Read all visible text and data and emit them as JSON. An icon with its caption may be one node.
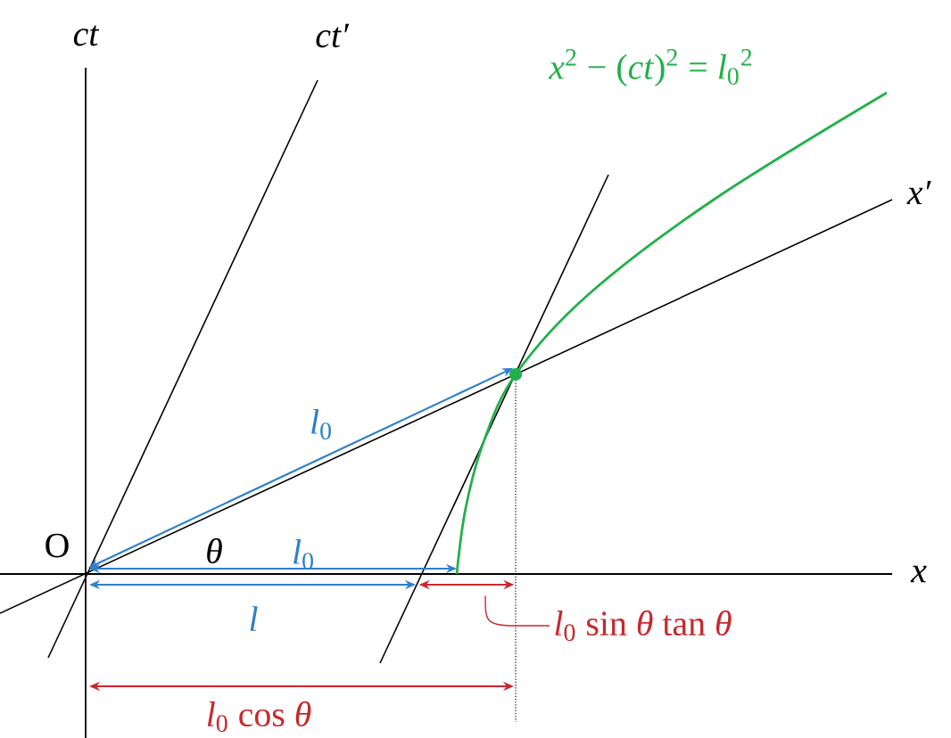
{
  "diagram": {
    "nodes": [
      {
        "text": [
          "*l*$_{0}$ sin *θ* tan *θ*"
        ]
      },
      {
        "text": [],
        "shape": "arrow"
      }
    ],
    "edges": [
      {
        "from": 0,
        "to": 1,
        "arrow": "none"
      }
    ],
    "labels": [
      "ct",
      "ct′",
      "*x*$^{2}$ − (*ct*)$^{2}$ = *l*$_{0}$$^{2}$",
      "x′",
      "*l*$_{0}$",
      "O",
      "θ",
      "*l*$_{0}$",
      "x",
      "l",
      "*l*$_{0}$ cos *θ*"
    ]
  }
}
